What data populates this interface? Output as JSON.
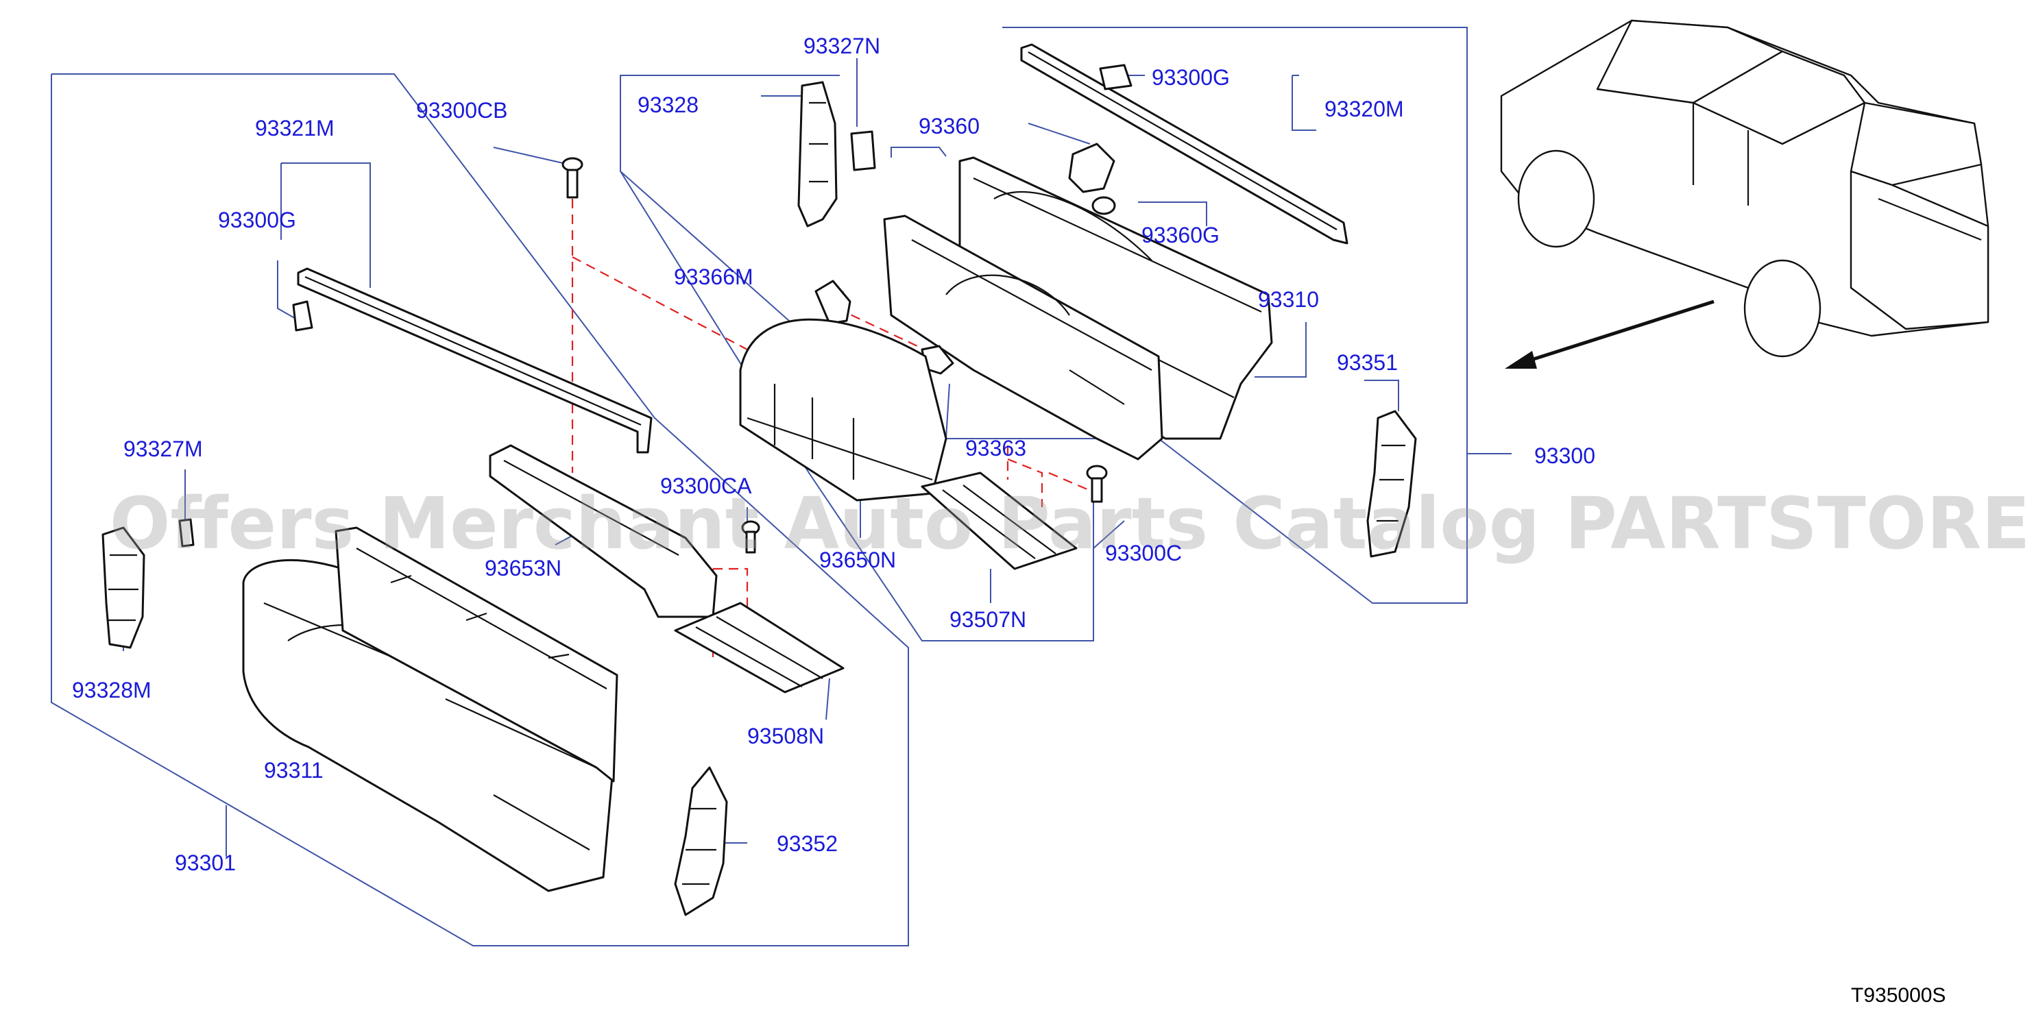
{
  "diagram": {
    "labels": [
      {
        "id": "93327N",
        "text": "93327N"
      },
      {
        "id": "93328",
        "text": "93328"
      },
      {
        "id": "93300CB",
        "text": "93300CB"
      },
      {
        "id": "93321M",
        "text": "93321M"
      },
      {
        "id": "93300G_left",
        "text": "93300G"
      },
      {
        "id": "93360",
        "text": "93360"
      },
      {
        "id": "93300G_top",
        "text": "93300G"
      },
      {
        "id": "93320M",
        "text": "93320M"
      },
      {
        "id": "93360G",
        "text": "93360G"
      },
      {
        "id": "93366M",
        "text": "93366M"
      },
      {
        "id": "93310",
        "text": "93310"
      },
      {
        "id": "93351",
        "text": "93351"
      },
      {
        "id": "93363",
        "text": "93363"
      },
      {
        "id": "93300",
        "text": "93300"
      },
      {
        "id": "93327M",
        "text": "93327M"
      },
      {
        "id": "93300CA",
        "text": "93300CA"
      },
      {
        "id": "93653N",
        "text": "93653N"
      },
      {
        "id": "93650N",
        "text": "93650N"
      },
      {
        "id": "93300C",
        "text": "93300C"
      },
      {
        "id": "93507N",
        "text": "93507N"
      },
      {
        "id": "93328M",
        "text": "93328M"
      },
      {
        "id": "93508N",
        "text": "93508N"
      },
      {
        "id": "93311",
        "text": "93311"
      },
      {
        "id": "93352",
        "text": "93352"
      },
      {
        "id": "93301",
        "text": "93301"
      }
    ],
    "drawing_code": "T935000S",
    "watermark": "Offers Merchant Auto Parts Catalog PARTSTORE.SA",
    "colors": {
      "callout": "#1a1ad8",
      "leader": "#3f54a8",
      "dashed": "#e02020",
      "line": "#111111"
    }
  }
}
